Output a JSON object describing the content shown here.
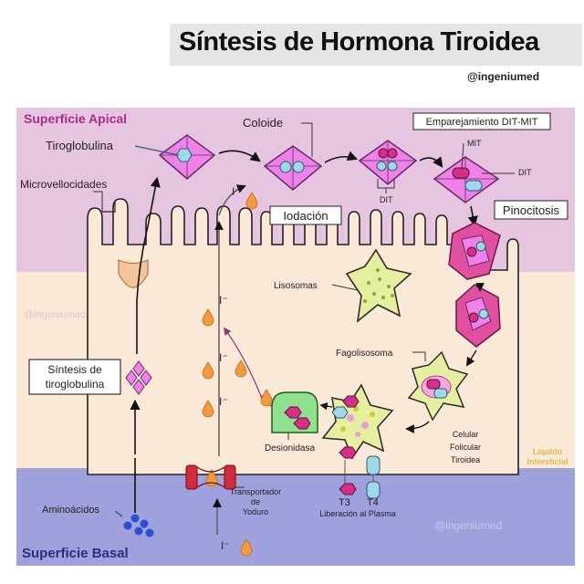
{
  "title": "Síntesis de Hormona Tiroidea",
  "handle": "@ingeniumed",
  "watermarks": [
    "@ingeniumed",
    "@ingeniumed"
  ],
  "regions": {
    "apical": "Superficie Apical",
    "basal": "Superficie Basal",
    "interstitial": [
      "Líquido",
      "Intersticial"
    ]
  },
  "labels": {
    "tiroglobulina": "Tiroglobulina",
    "microvellosidades": "Microvellocidades",
    "coloide": "Coloide",
    "emparejamiento": "Emparejamiento DIT-MIT",
    "mit": "MIT",
    "dit_small": "DIT",
    "dit_right": "DIT",
    "iodacion": "Iodación",
    "pinocitosis": "Pinocitosis",
    "lisosomas": "Lisosomas",
    "fagolisosoma": "Fagolisosoma",
    "sintesis": [
      "Síntesis de",
      "tiroglobulina"
    ],
    "desionidasa": "Desionidasa",
    "celular": [
      "Celular",
      "Folicular",
      "Tiroidea"
    ],
    "aminoacidos": "Aminoácidos",
    "transportador": [
      "Transportador",
      "de",
      "Yoduro"
    ],
    "t3": "T3",
    "t4": "T4",
    "liberacion": "Liberación al Plasma",
    "iodide": "I⁻"
  },
  "colors": {
    "apical": "#e6c5e1",
    "cell": "#fbe9d8",
    "basal": "#9fa1dd",
    "thyroglobulin": "#ee82e8",
    "lysosome": "#e4f0a0",
    "iodide": "#f39b3c",
    "transporter": "#d42a3c",
    "aminoacid": "#2a4fd0",
    "deiodinase": "#8fe08f"
  }
}
